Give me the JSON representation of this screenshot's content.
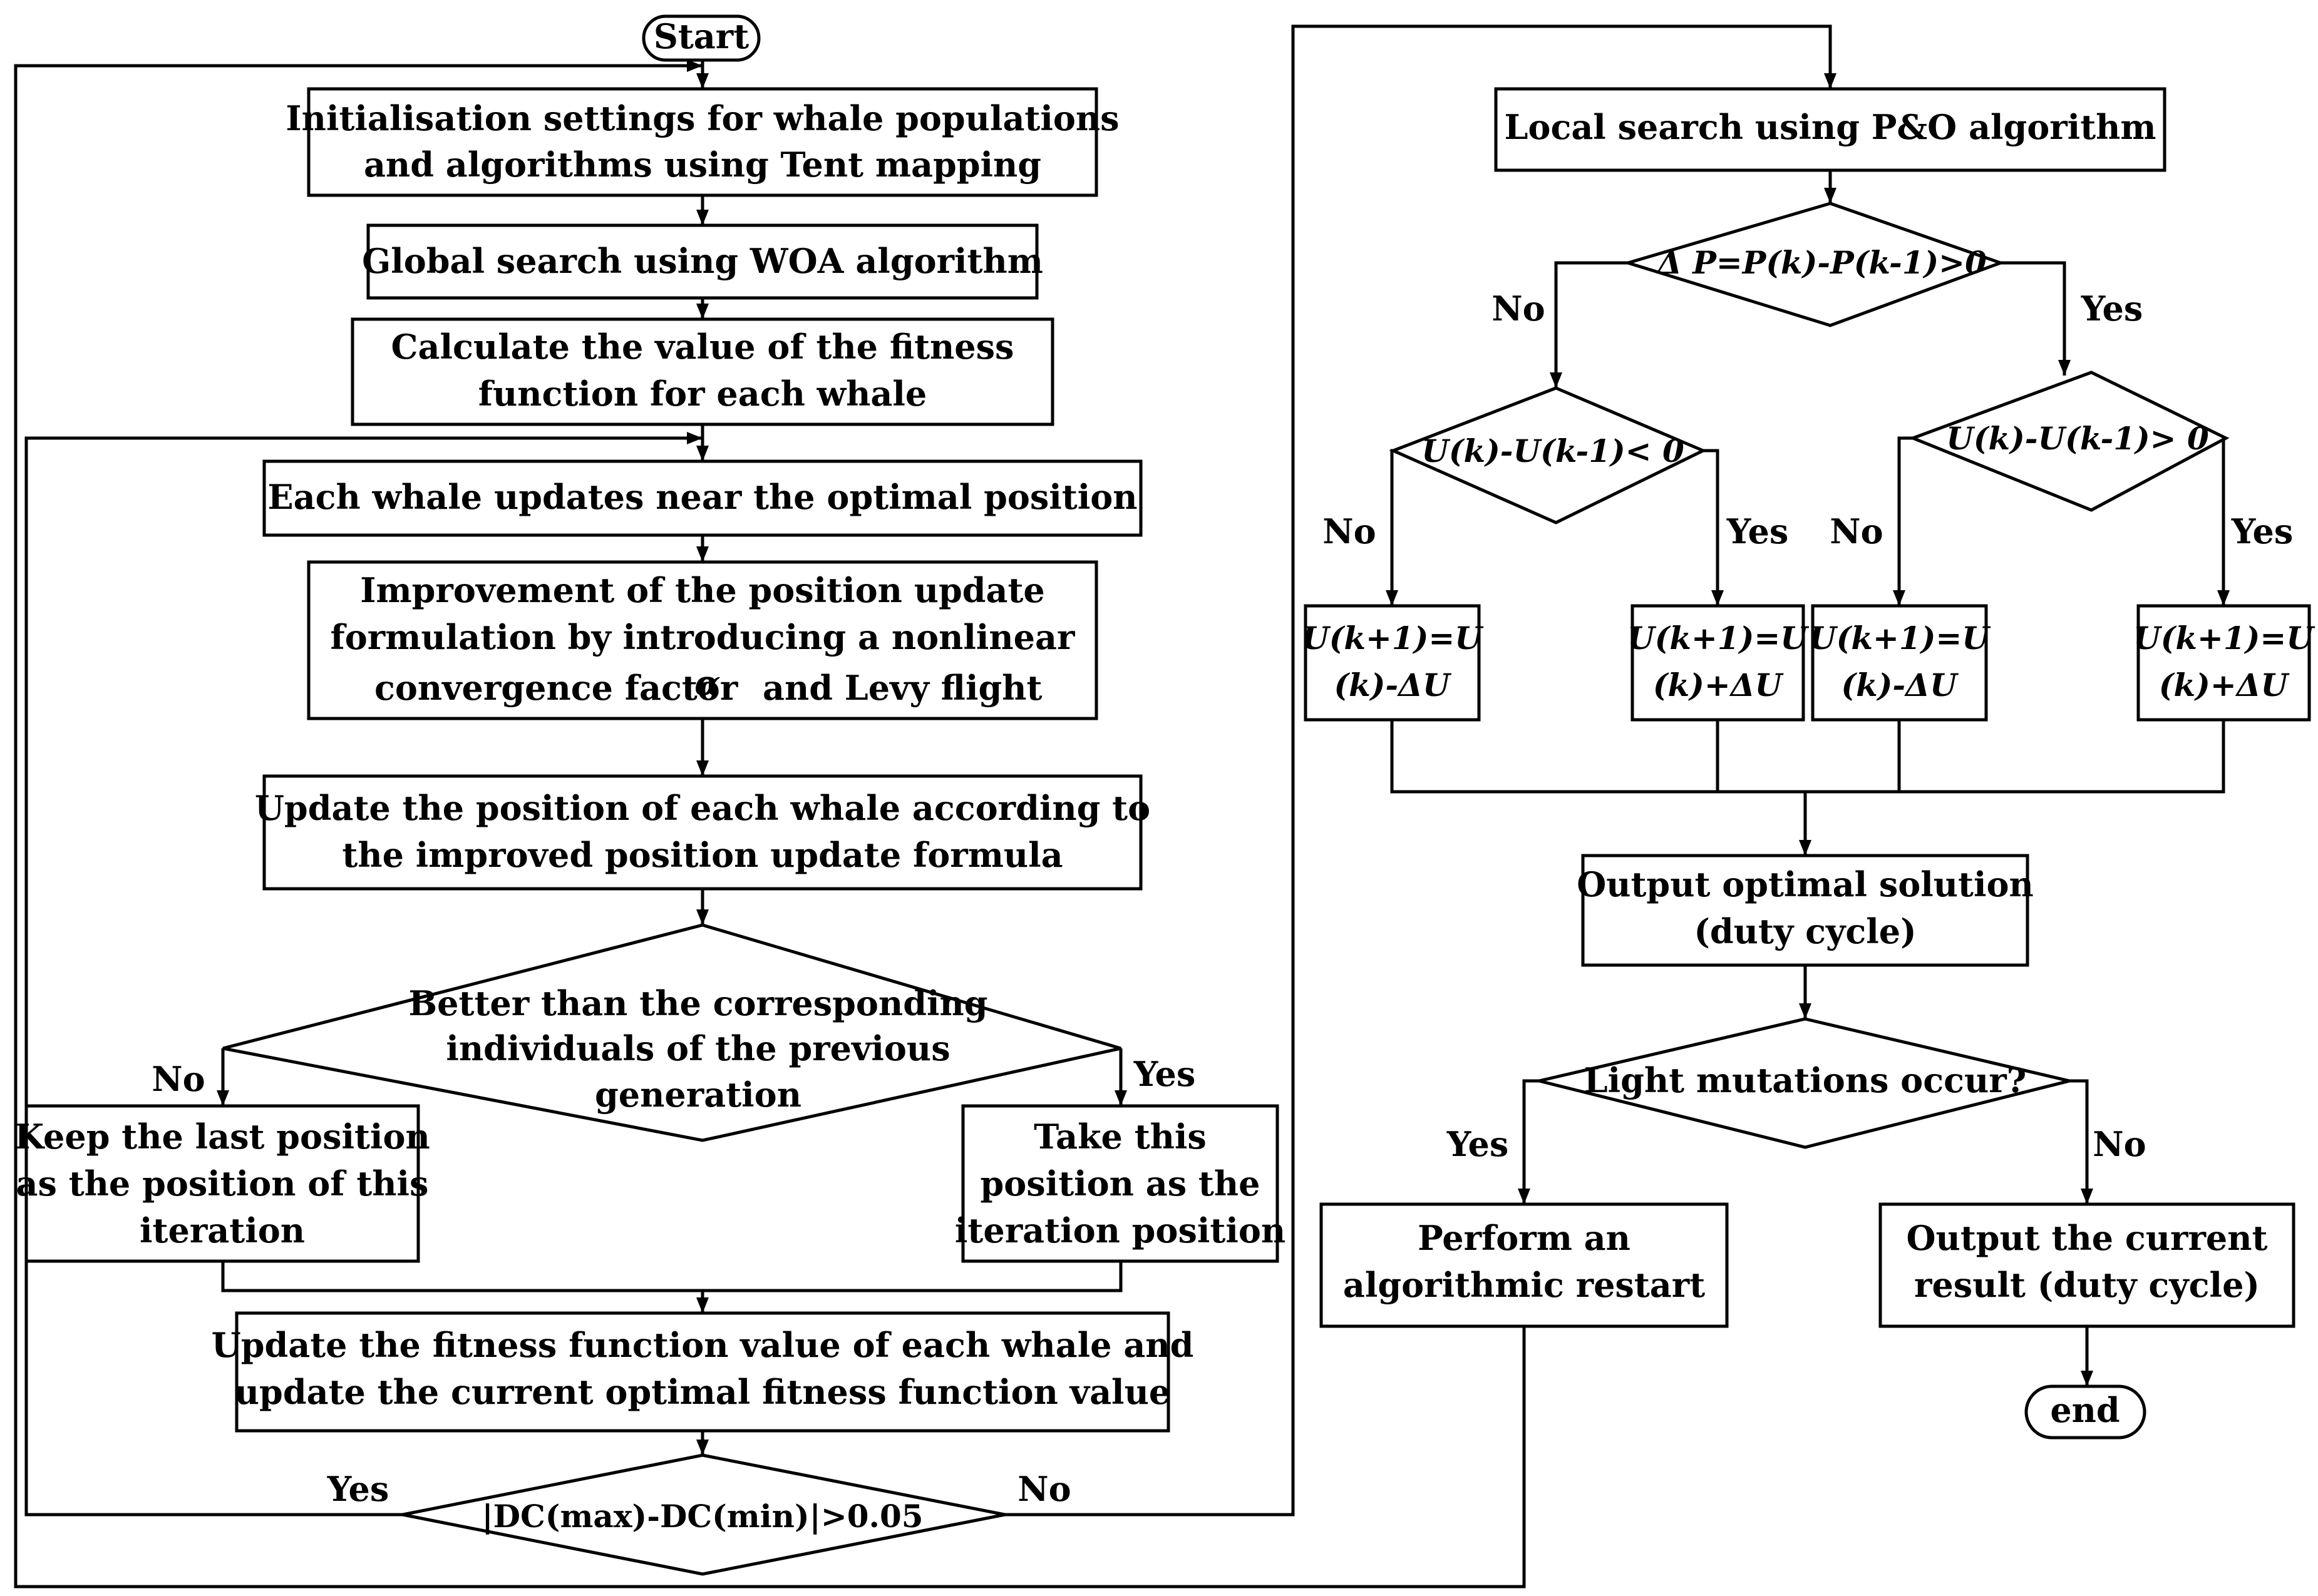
{
  "nodes": {
    "start": "Start",
    "init": [
      "Initialisation settings for whale populations",
      "and algorithms using Tent mapping"
    ],
    "global_search": "Global search using WOA algorithm",
    "calc_fitness": [
      "Calculate the value of the fitness",
      "function for each whale"
    ],
    "update_near": "Each whale updates near the optimal position",
    "improvement": [
      "Improvement of the position update",
      "formulation by introducing a nonlinear",
      "convergence factor",
      "α",
      "and Levy flight"
    ],
    "update_position": [
      "Update the position of each whale according to",
      "the improved position update formula"
    ],
    "better_than": [
      "Better than the corresponding",
      "individuals of the previous",
      "generation"
    ],
    "keep_last": [
      "Keep the last position",
      "as the position of this",
      "iteration"
    ],
    "take_this": [
      "Take this",
      "position as the",
      "iteration position"
    ],
    "update_fitness": [
      "Update the fitness function value of each whale and",
      "update the current optimal fitness function value"
    ],
    "dc_check": "|DC(max)-DC(min)|>0.05",
    "local_search": "Local search using P&O algorithm",
    "delta_p": "Δ P=P(k)-P(k-1)>0",
    "u_lt": "U(k)-U(k-1)< 0",
    "u_gt": "U(k)-U(k-1)> 0",
    "u_minus": [
      "U(k+1)=U",
      "(k)-ΔU"
    ],
    "u_plus": [
      "U(k+1)=U",
      "(k)+ΔU"
    ],
    "output_optimal": [
      "Output optimal solution",
      "(duty cycle)"
    ],
    "light_mutation": "Light mutations occur?",
    "restart": [
      "Perform an",
      "algorithmic restart"
    ],
    "output_current": [
      "Output the current",
      "result (duty cycle)"
    ],
    "end": "end"
  },
  "labels": {
    "yes": "Yes",
    "no": "No"
  }
}
